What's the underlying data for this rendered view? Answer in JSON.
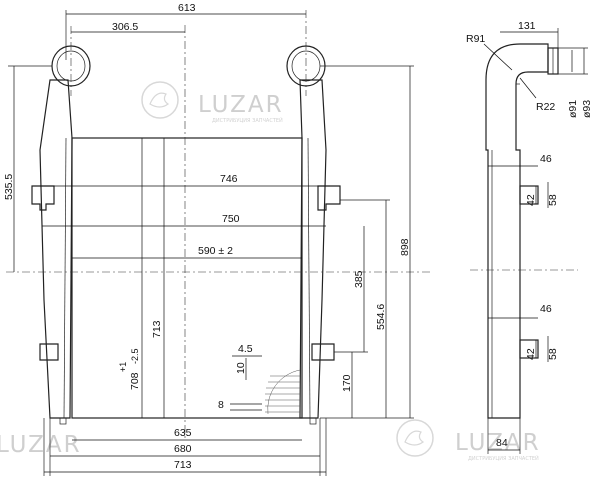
{
  "front_view": {
    "dims": {
      "top_width": "613",
      "pipe_offset": "306.5",
      "left_height": "535.5",
      "core_width_746": "746",
      "core_width_750": "750",
      "mount_spacing": "590 ± 2",
      "core_height": "713",
      "core_height_tol": "708",
      "core_height_tol_sup": "+1",
      "core_height_tol_sub": "-2.5",
      "overall_height": "898",
      "right_554": "554.6",
      "right_385": "385",
      "right_170": "170",
      "fin_4_5": "4.5",
      "fin_10": "10",
      "fin_8": "8",
      "bottom_635": "635",
      "bottom_680": "680",
      "bottom_713": "713"
    }
  },
  "side_view": {
    "dims": {
      "pipe_top": "131",
      "radius_outer": "R91",
      "radius_inner": "R22",
      "diam_91": "ø91",
      "diam_93": "ø93",
      "bracket_upper_46": "46",
      "bracket_upper_42": "42",
      "bracket_upper_58": "58",
      "bracket_lower_46": "46",
      "bracket_lower_42": "42",
      "bracket_lower_58": "58",
      "bottom_84": "84"
    }
  },
  "watermark": {
    "brand": "LUZAR",
    "tagline": "ДИСТРИБУЦИЯ ЗАПЧАСТЕЙ"
  }
}
